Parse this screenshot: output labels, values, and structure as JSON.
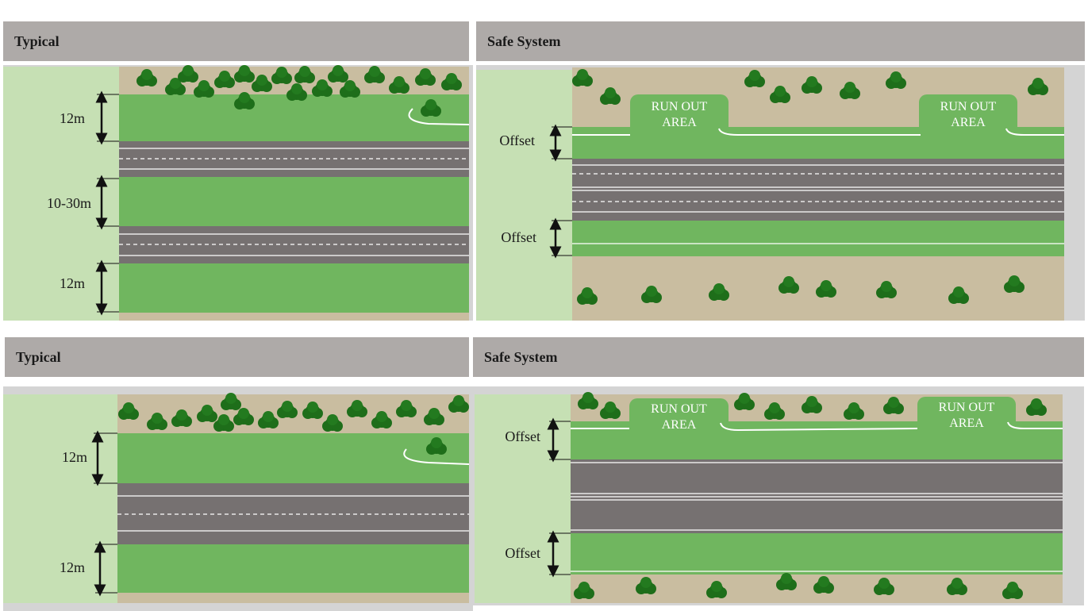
{
  "top": {
    "typical": {
      "title": "Typical",
      "labels": [
        "12m",
        "10-30m",
        "12m"
      ]
    },
    "safe": {
      "title": "Safe System",
      "offset_labels": [
        "Offset",
        "Offset"
      ],
      "runout": [
        "RUN OUT\nAREA",
        "RUN OUT\nAREA"
      ]
    }
  },
  "bottom": {
    "typical": {
      "title": "Typical",
      "labels": [
        "12m",
        "12m"
      ]
    },
    "safe": {
      "title": "Safe System",
      "offset_labels": [
        "Offset",
        "Offset"
      ],
      "runout": [
        "RUN OUT\nAREA",
        "RUN OUT\nAREA"
      ]
    }
  },
  "colors": {
    "header": "#aeaaa8",
    "light_green": "#c6e0b4",
    "verge_green": "#70b65f",
    "road_grey": "#767171",
    "earth_tan": "#c9bda0",
    "tree_green": "#1e6e1a"
  }
}
